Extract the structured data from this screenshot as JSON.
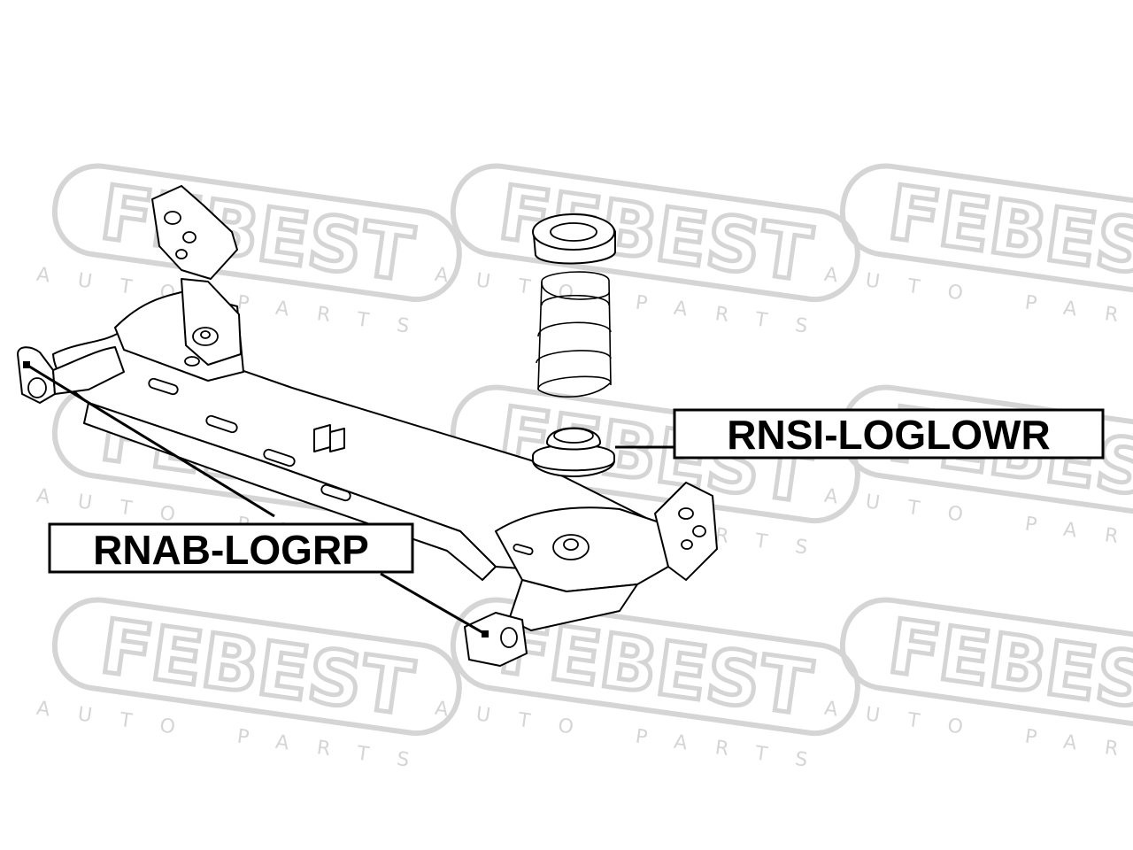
{
  "watermark": {
    "brand": "FEBEST",
    "sub": "AUTO PARTS",
    "color": "#d3d3d3"
  },
  "labels": {
    "spring_insulator": "RNSI-LOGLOWR",
    "axle_bushing": "RNAB-LOGRP"
  }
}
